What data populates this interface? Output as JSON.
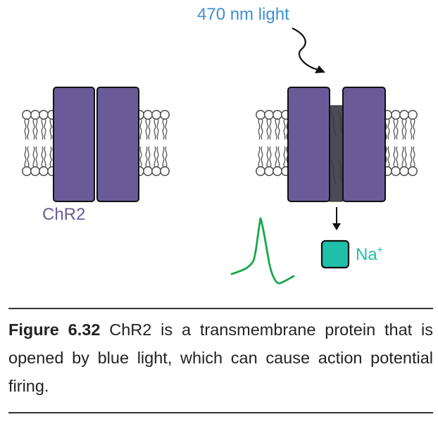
{
  "diagram": {
    "light_label": "470 nm light",
    "channel_label": "ChR2",
    "ion_label_main": "Na",
    "ion_label_sup": "+"
  },
  "caption": {
    "figure_label": "Figure 6.32",
    "text": "ChR2 is a transmembrane protein that is opened by blue light, which can cause action potential firing."
  },
  "colors": {
    "protein": "#6a5b98",
    "protein_dark": "#4b4b56",
    "light_text": "#3d8fcc",
    "channel_text": "#6a5b98",
    "ion": "#1fbfa9",
    "spike": "#18a84a",
    "membrane": "#555555"
  }
}
